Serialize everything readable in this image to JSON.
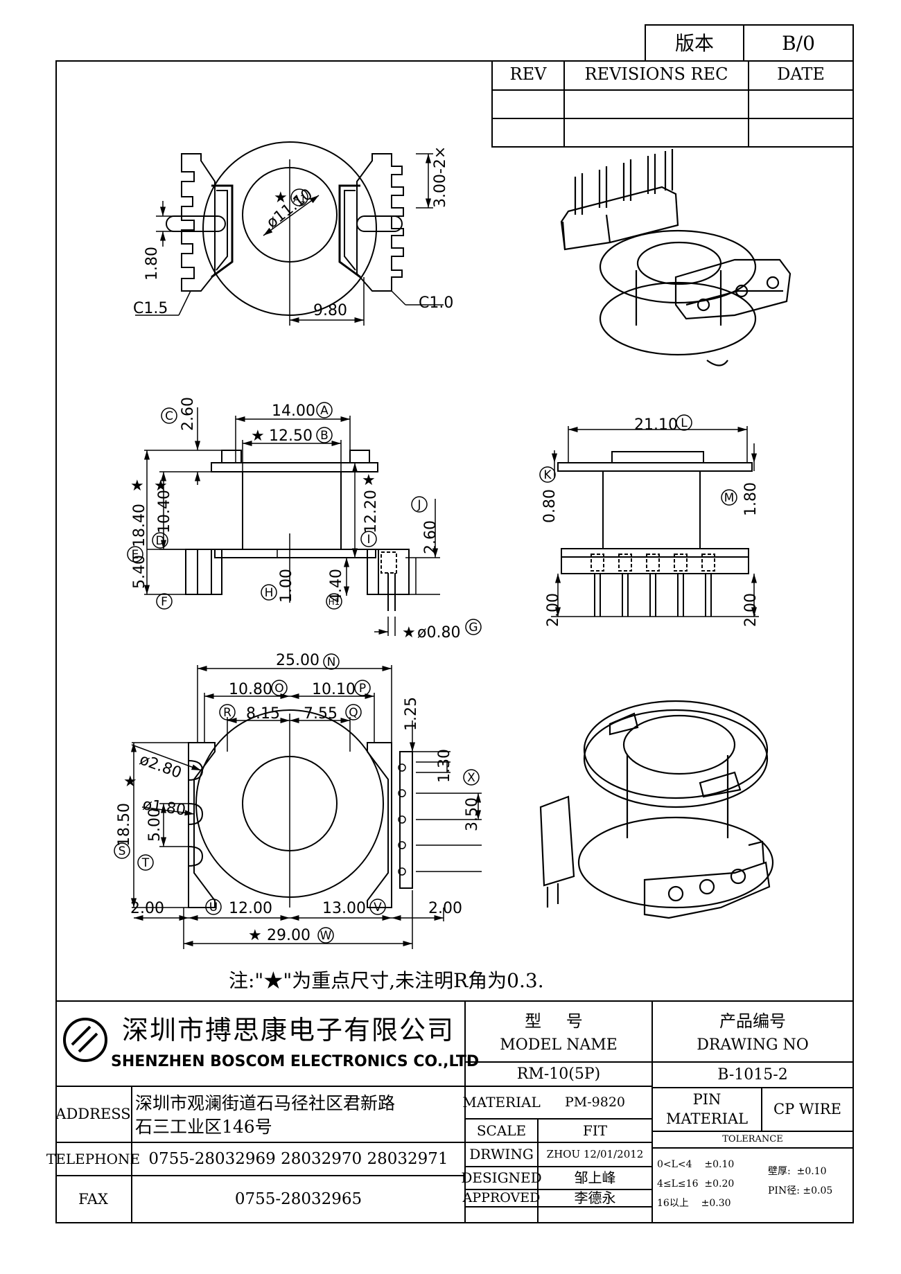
{
  "version_box": {
    "label": "版本",
    "value": "B/0"
  },
  "revision_table": {
    "headers": [
      "REV",
      "REVISIONS REC",
      "DATE"
    ]
  },
  "note": "注:\"★\"为重点尺寸,未注明R角为0.3.",
  "company": {
    "name_cn": "深圳市搏思康电子有限公司",
    "name_en": "SHENZHEN BOSCOM ELECTRONICS CO.,LTD"
  },
  "title_block": {
    "model_label_cn": "型 号",
    "model_label_en": "MODEL NAME",
    "model_value": "RM-10(5P)",
    "drawing_label_cn": "产品编号",
    "drawing_label_en": "DRAWING NO",
    "drawing_value": "B-1015-2",
    "address_label": "ADDRESS",
    "address_line1": "深圳市观澜街道石马径社区君新路",
    "address_line2": "石三工业区146号",
    "telephone_label": "TELEPHONE",
    "telephone_value": "0755-28032969 28032970 28032971",
    "fax_label": "FAX",
    "fax_value": "0755-28032965",
    "material_label": "MATERIAL",
    "material_value": "PM-9820",
    "scale_label": "SCALE",
    "scale_value": "FIT",
    "drwing_label": "DRWING",
    "drwing_value": "ZHOU 12/01/2012",
    "designed_label": "DESIGNED",
    "designed_value": "邹上峰",
    "approved_label": "APPROVED",
    "approved_value": "李德永",
    "pin_material_label1": "PIN",
    "pin_material_label2": "MATERIAL",
    "pin_material_value": "CP WIRE",
    "tolerance_label": "TOLERANCE",
    "tol_row1": "0<L<4    ±0.10",
    "tol_row2": "4≤L≤16  ±0.20",
    "tol_row3": "16以上    ±0.30",
    "tol_wall": "壁厚:  ±0.10",
    "tol_pin": "PIN径: ±0.05"
  },
  "dimensions": {
    "top_view": {
      "d1": "3.00-2×",
      "d2": "ø11.10",
      "d3": "1.80",
      "d4": "9.80",
      "d5": "C1.5",
      "d6": "C1.0",
      "d7": "A1"
    },
    "front_view": {
      "d1": "2.60",
      "d2": "14.00",
      "d3": "12.50",
      "d4": "18.40",
      "d5": "10.40",
      "d6": "12.20",
      "d7": "2.60",
      "d8": "5.40",
      "d9": "1.00",
      "d10": "4.40",
      "d11": "ø0.80"
    },
    "side_view": {
      "d1": "21.10",
      "d2": "0.80",
      "d3": "1.80",
      "d4": "2.00",
      "d5": "2.00"
    },
    "bottom_view": {
      "d1": "25.00",
      "d2": "10.80",
      "d3": "10.10",
      "d4": "8.15",
      "d5": "7.55",
      "d6": "1.25",
      "d7": "1.30",
      "d8": "3.50",
      "d9": "ø2.80",
      "d10": "ø1.80",
      "d11": "18.50",
      "d12": "5.00",
      "d13": "2.00",
      "d14": "12.00",
      "d15": "13.00",
      "d16": "2.00",
      "d17": "29.00"
    }
  },
  "balloons": {
    "A": "A",
    "B": "B",
    "C": "C",
    "D": "D",
    "E": "E",
    "F": "F",
    "G": "G",
    "H": "H",
    "H1": "H1",
    "I": "I",
    "J": "J",
    "K": "K",
    "L": "L",
    "M": "M",
    "N": "N",
    "O": "O",
    "P": "P",
    "Q": "Q",
    "R": "R",
    "S": "S",
    "T": "T",
    "U": "U",
    "V": "V",
    "W": "W",
    "X": "X"
  },
  "star": "★"
}
